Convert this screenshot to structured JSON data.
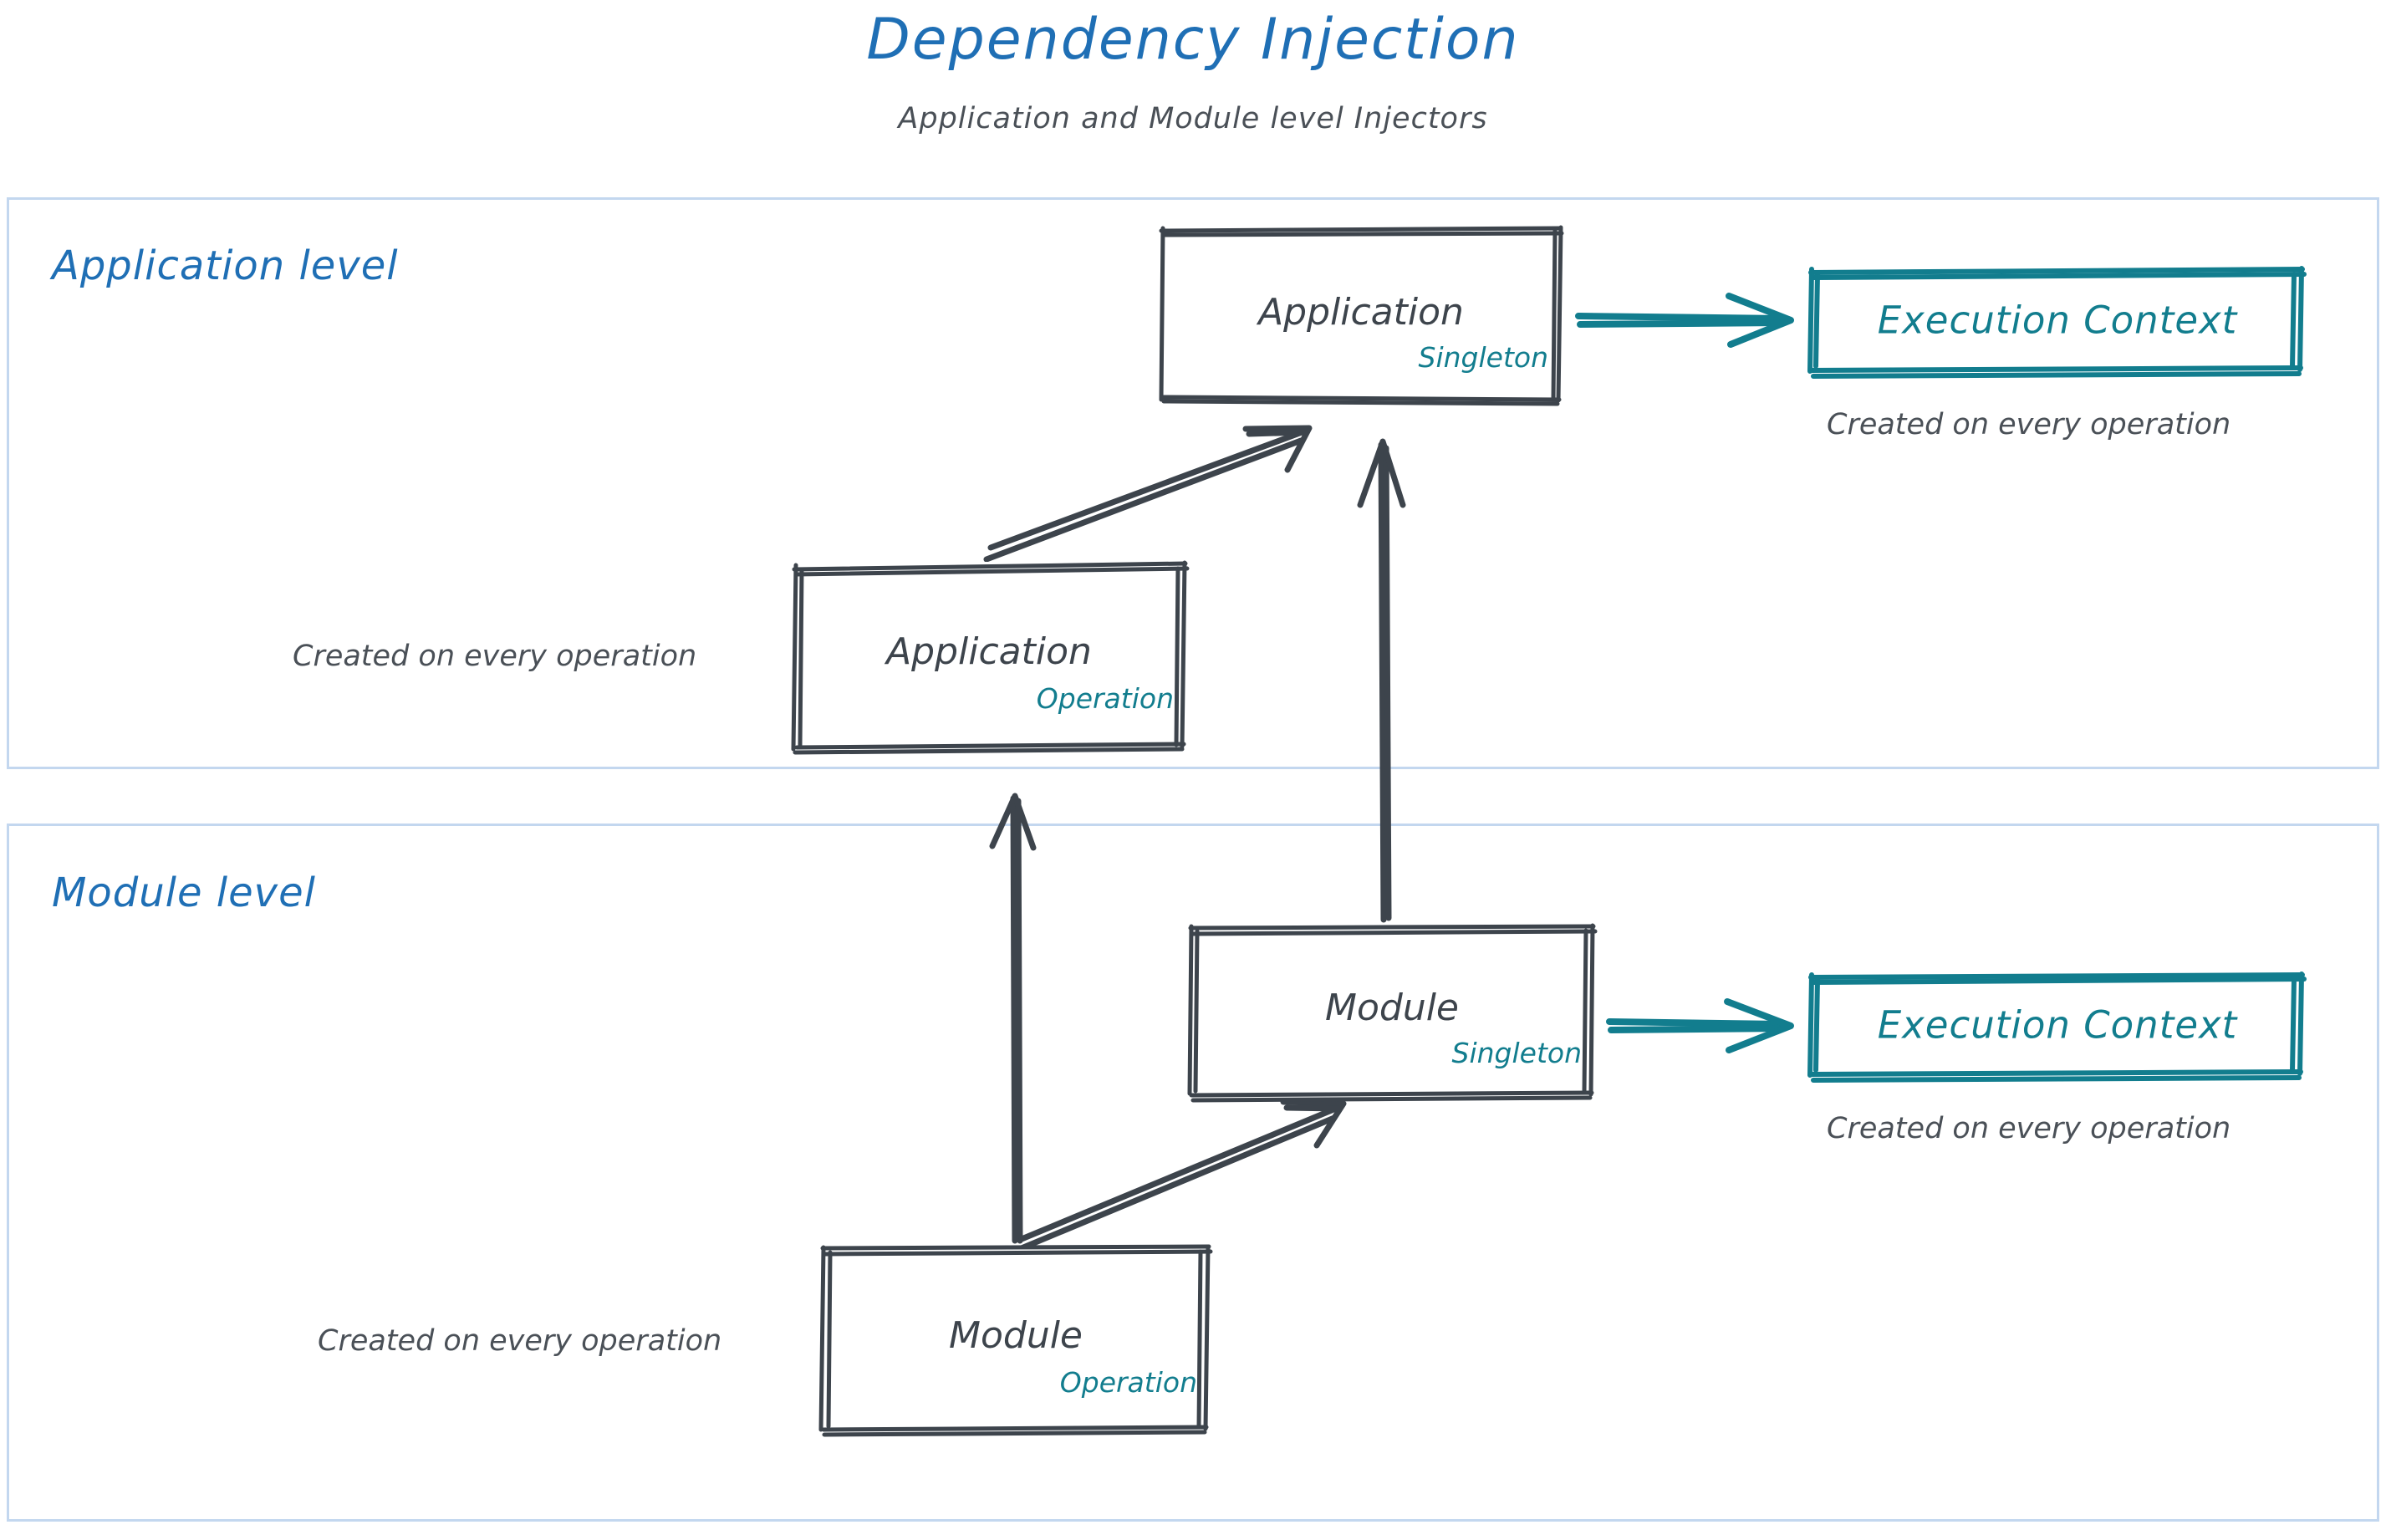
{
  "header": {
    "title": "Dependency Injection",
    "subtitle": "Application and Module level Injectors"
  },
  "colors": {
    "title_blue": "#1f6fb5",
    "level_border": "#c3d7ef",
    "node_stroke": "#3d444c",
    "teal": "#127d8e",
    "caption_gray": "#4a5057"
  },
  "levels": [
    {
      "id": "application",
      "label": "Application level"
    },
    {
      "id": "module",
      "label": "Module level"
    }
  ],
  "nodes": {
    "app_singleton": {
      "title": "Application",
      "scope": "Singleton"
    },
    "app_operation": {
      "title": "Application",
      "scope": "Operation"
    },
    "mod_singleton": {
      "title": "Module",
      "scope": "Singleton"
    },
    "mod_operation": {
      "title": "Module",
      "scope": "Operation"
    }
  },
  "execution_contexts": {
    "application": {
      "title": "Execution Context",
      "caption": "Created on every operation"
    },
    "module": {
      "title": "Execution Context",
      "caption": "Created on every operation"
    }
  },
  "captions": {
    "app_operation": "Created on every operation",
    "mod_operation": "Created on every operation"
  },
  "arrows": [
    {
      "id": "app-singleton-to-ectx",
      "from": "app_singleton",
      "to": "execution_context_application",
      "style": "teal"
    },
    {
      "id": "app-operation-to-singleton",
      "from": "app_operation",
      "to": "app_singleton",
      "style": "dark-diagonal"
    },
    {
      "id": "mod-singleton-to-app-singleton",
      "from": "mod_singleton",
      "to": "app_singleton",
      "style": "dark-vertical"
    },
    {
      "id": "mod-operation-to-app-operation",
      "from": "mod_operation",
      "to": "app_operation",
      "style": "dark-vertical"
    },
    {
      "id": "mod-operation-to-mod-singleton",
      "from": "mod_operation",
      "to": "mod_singleton",
      "style": "dark-diagonal"
    },
    {
      "id": "mod-singleton-to-ectx",
      "from": "mod_singleton",
      "to": "execution_context_module",
      "style": "teal"
    }
  ]
}
